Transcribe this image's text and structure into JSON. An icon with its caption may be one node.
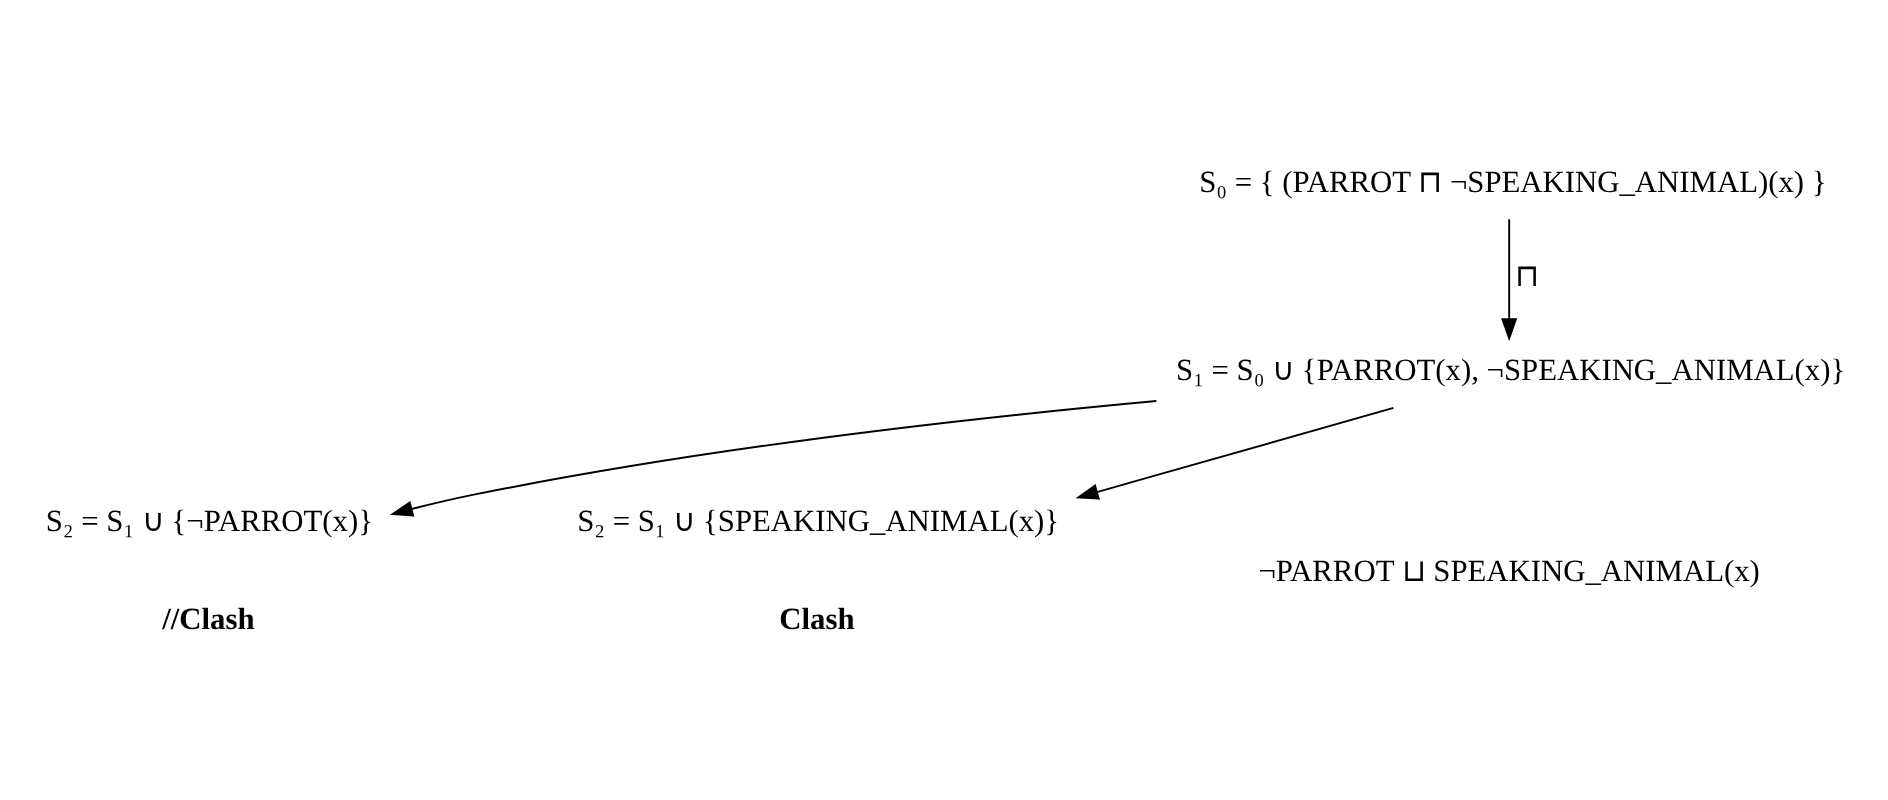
{
  "diagram": {
    "nodes": [
      {
        "text": [
          "S₀ = { (PARROT ⊓ ¬SPEAKING_ANIMAL)(x) }"
        ]
      },
      {
        "text": [
          "S₁ = S₀ ∪ {PARROT(x), ¬SPEAKING_ANIMAL(x)}"
        ]
      },
      {
        "text": [
          "S₂ = S₁ ∪ {¬PARROT(x)}"
        ],
        "beside": [
          "//Clash"
        ]
      },
      {
        "text": [
          "S₂ = S₁ ∪ {SPEAKING_ANIMAL(x)}"
        ],
        "beside": [
          "Clash"
        ]
      }
    ],
    "edges": [
      {
        "from": 0,
        "to": 1,
        "arrow": "to",
        "label": "⊓"
      },
      {
        "from": 1,
        "to": 2,
        "arrow": "to"
      },
      {
        "from": 1,
        "to": 3,
        "arrow": "to"
      }
    ],
    "labels": [
      "¬PARROT ⊔ SPEAKING_ANIMAL(x)"
    ]
  }
}
